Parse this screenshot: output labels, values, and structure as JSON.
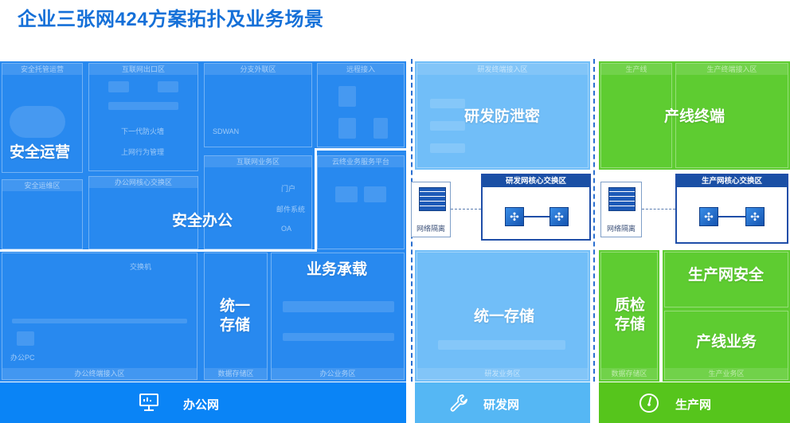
{
  "title": "企业三张网424方案拓扑及业务场景",
  "office": {
    "sub": {
      "sec_ops_center": "安全托管运营",
      "internet_exit": "互联网出口区",
      "branch_access": "分支外联区",
      "remote_access": "远程接入",
      "internet_business": "互联网业务区",
      "cloud_platform": "云终业务服务平台",
      "sec_mgmt": "安全运维区",
      "core_exchange": "办公网核心交换区",
      "terminal_access": "办公终端接入区",
      "data_storage": "数据存储区",
      "business_area": "办公业务区"
    },
    "tiny": {
      "sdwan": "SDWAN",
      "firewall": "下一代防火墙",
      "switch": "交换机",
      "behavior": "上网行为管理",
      "portal": "门户",
      "email": "邮件系统",
      "oa": "OA",
      "pc": "办公PC"
    },
    "labels": {
      "security_ops": "安全运营",
      "security_office": "安全办公",
      "business_hosting": "业务承载",
      "unified_storage": "统一\n存储"
    }
  },
  "rnd": {
    "sub": {
      "terminal_access": "研发终端接入区",
      "business_area": "研发业务区"
    },
    "labels": {
      "leak_prevention": "研发防泄密",
      "unified_storage": "统一存储"
    },
    "core": {
      "title": "研发网核心交换区"
    },
    "firewall_label": "网络隔离"
  },
  "production": {
    "sub": {
      "line": "生产线",
      "terminal_access": "生产终端接入区",
      "data_storage": "数据存储区",
      "business_area": "生产业务区"
    },
    "labels": {
      "line_terminal": "产线终端",
      "network_security": "生产网安全",
      "qc_storage": "质检\n存储",
      "line_business": "产线业务"
    },
    "core": {
      "title": "生产网核心交换区"
    },
    "firewall_label": "网络隔离"
  },
  "bottom": {
    "office": {
      "label": "办公网",
      "icon": "monitor-icon",
      "color": "#0a84f6"
    },
    "rnd": {
      "label": "研发网",
      "icon": "wrench-icon",
      "color": "#55b7f4"
    },
    "production": {
      "label": "生产网",
      "icon": "gauge-icon",
      "color": "#56c51c"
    }
  }
}
